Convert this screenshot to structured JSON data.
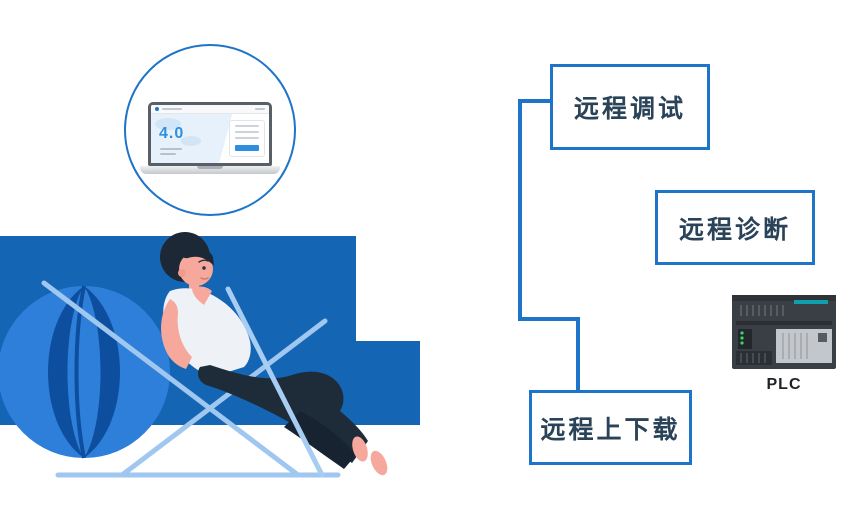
{
  "colors": {
    "accent": "#1d74c9",
    "bg_blue": "#1465b4",
    "box_text": "#2b4358"
  },
  "badge": {
    "laptop_version": "4.0"
  },
  "boxes": {
    "debug": "远程调试",
    "diagnosis": "远程诊断",
    "updown": "远程上下载"
  },
  "plc": {
    "label": "PLC"
  }
}
